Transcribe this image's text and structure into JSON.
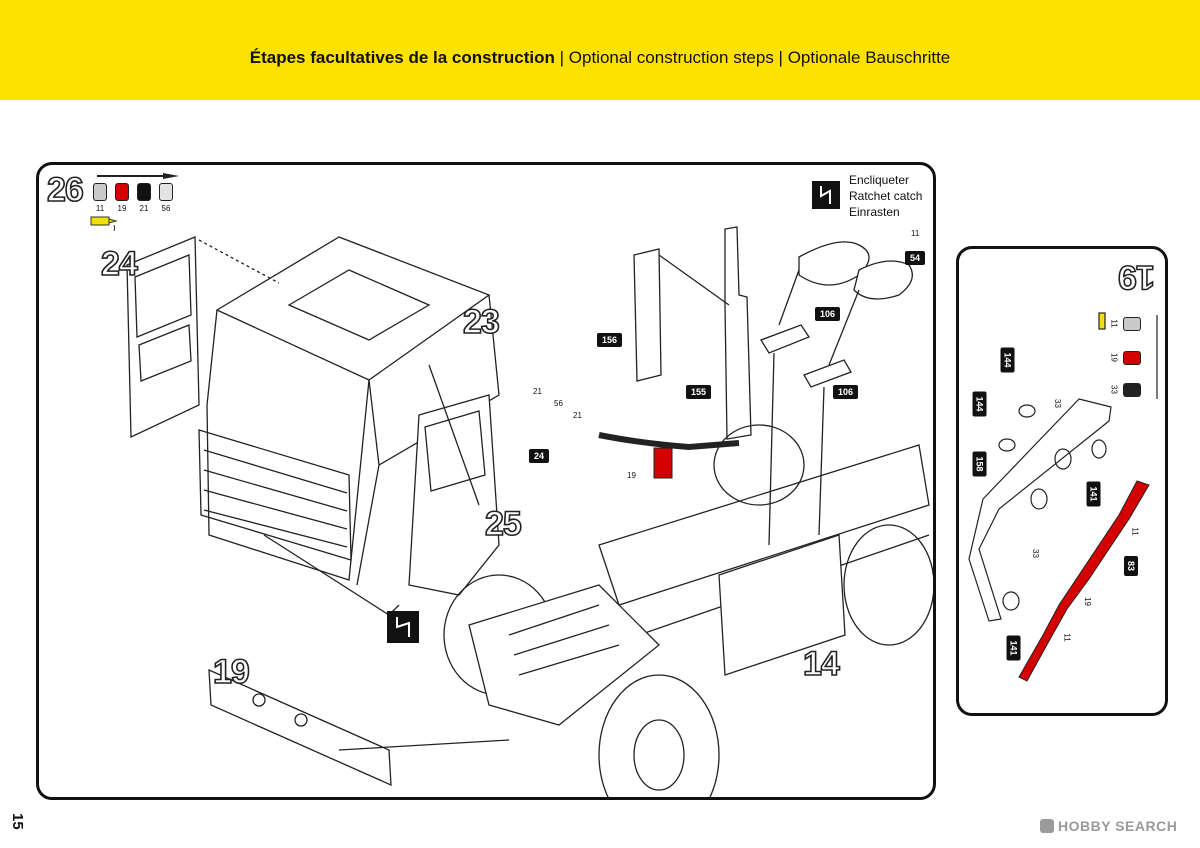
{
  "header": {
    "title_fr": "Étapes facultatives de la construction",
    "sep1": " | ",
    "title_en": "Optional construction steps",
    "sep2": " | ",
    "title_de": "Optionale Bauschritte"
  },
  "main_step": {
    "number": "26",
    "paints": [
      "11",
      "19",
      "21",
      "56"
    ],
    "paint_colors": [
      "#c9c9c9",
      "#d40000",
      "#111111",
      "#e3e3e3"
    ],
    "ratchet_text": [
      "Encliqueter",
      "Ratchet catch",
      "Einrasten"
    ],
    "sub_steps": [
      "24",
      "23",
      "25",
      "14",
      "19"
    ],
    "parts": [
      "156",
      "155",
      "106",
      "106",
      "54",
      "24"
    ],
    "paint_refs": [
      "11",
      "21",
      "56",
      "21",
      "19"
    ]
  },
  "side_step": {
    "number": "19",
    "paints": [
      "11",
      "19",
      "33"
    ],
    "paint_colors": [
      "#c9c9c9",
      "#d40000",
      "#222222"
    ],
    "parts": [
      "144",
      "144",
      "158",
      "141",
      "83",
      "141"
    ],
    "paint_refs": [
      "33",
      "11",
      "33",
      "19",
      "11"
    ]
  },
  "page_number": "15",
  "watermark": "HOBBY SEARCH"
}
